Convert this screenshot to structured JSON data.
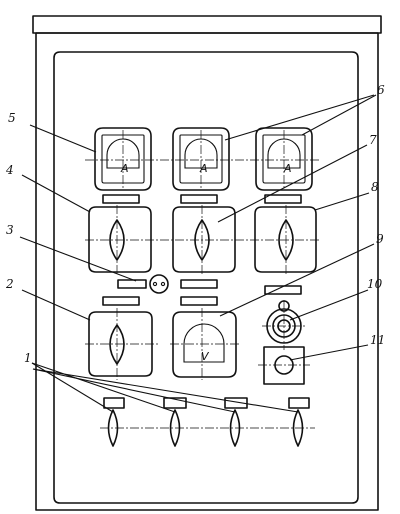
{
  "callouts": {
    "c1": "1",
    "c2": "2",
    "c3": "3",
    "c4": "4",
    "c5": "5",
    "c6": "6",
    "c7": "7",
    "c8": "8",
    "c9": "9",
    "c10": "10",
    "c11": "11"
  },
  "meters": {
    "ammeter_unit": "A",
    "voltmeter_unit": "V"
  }
}
